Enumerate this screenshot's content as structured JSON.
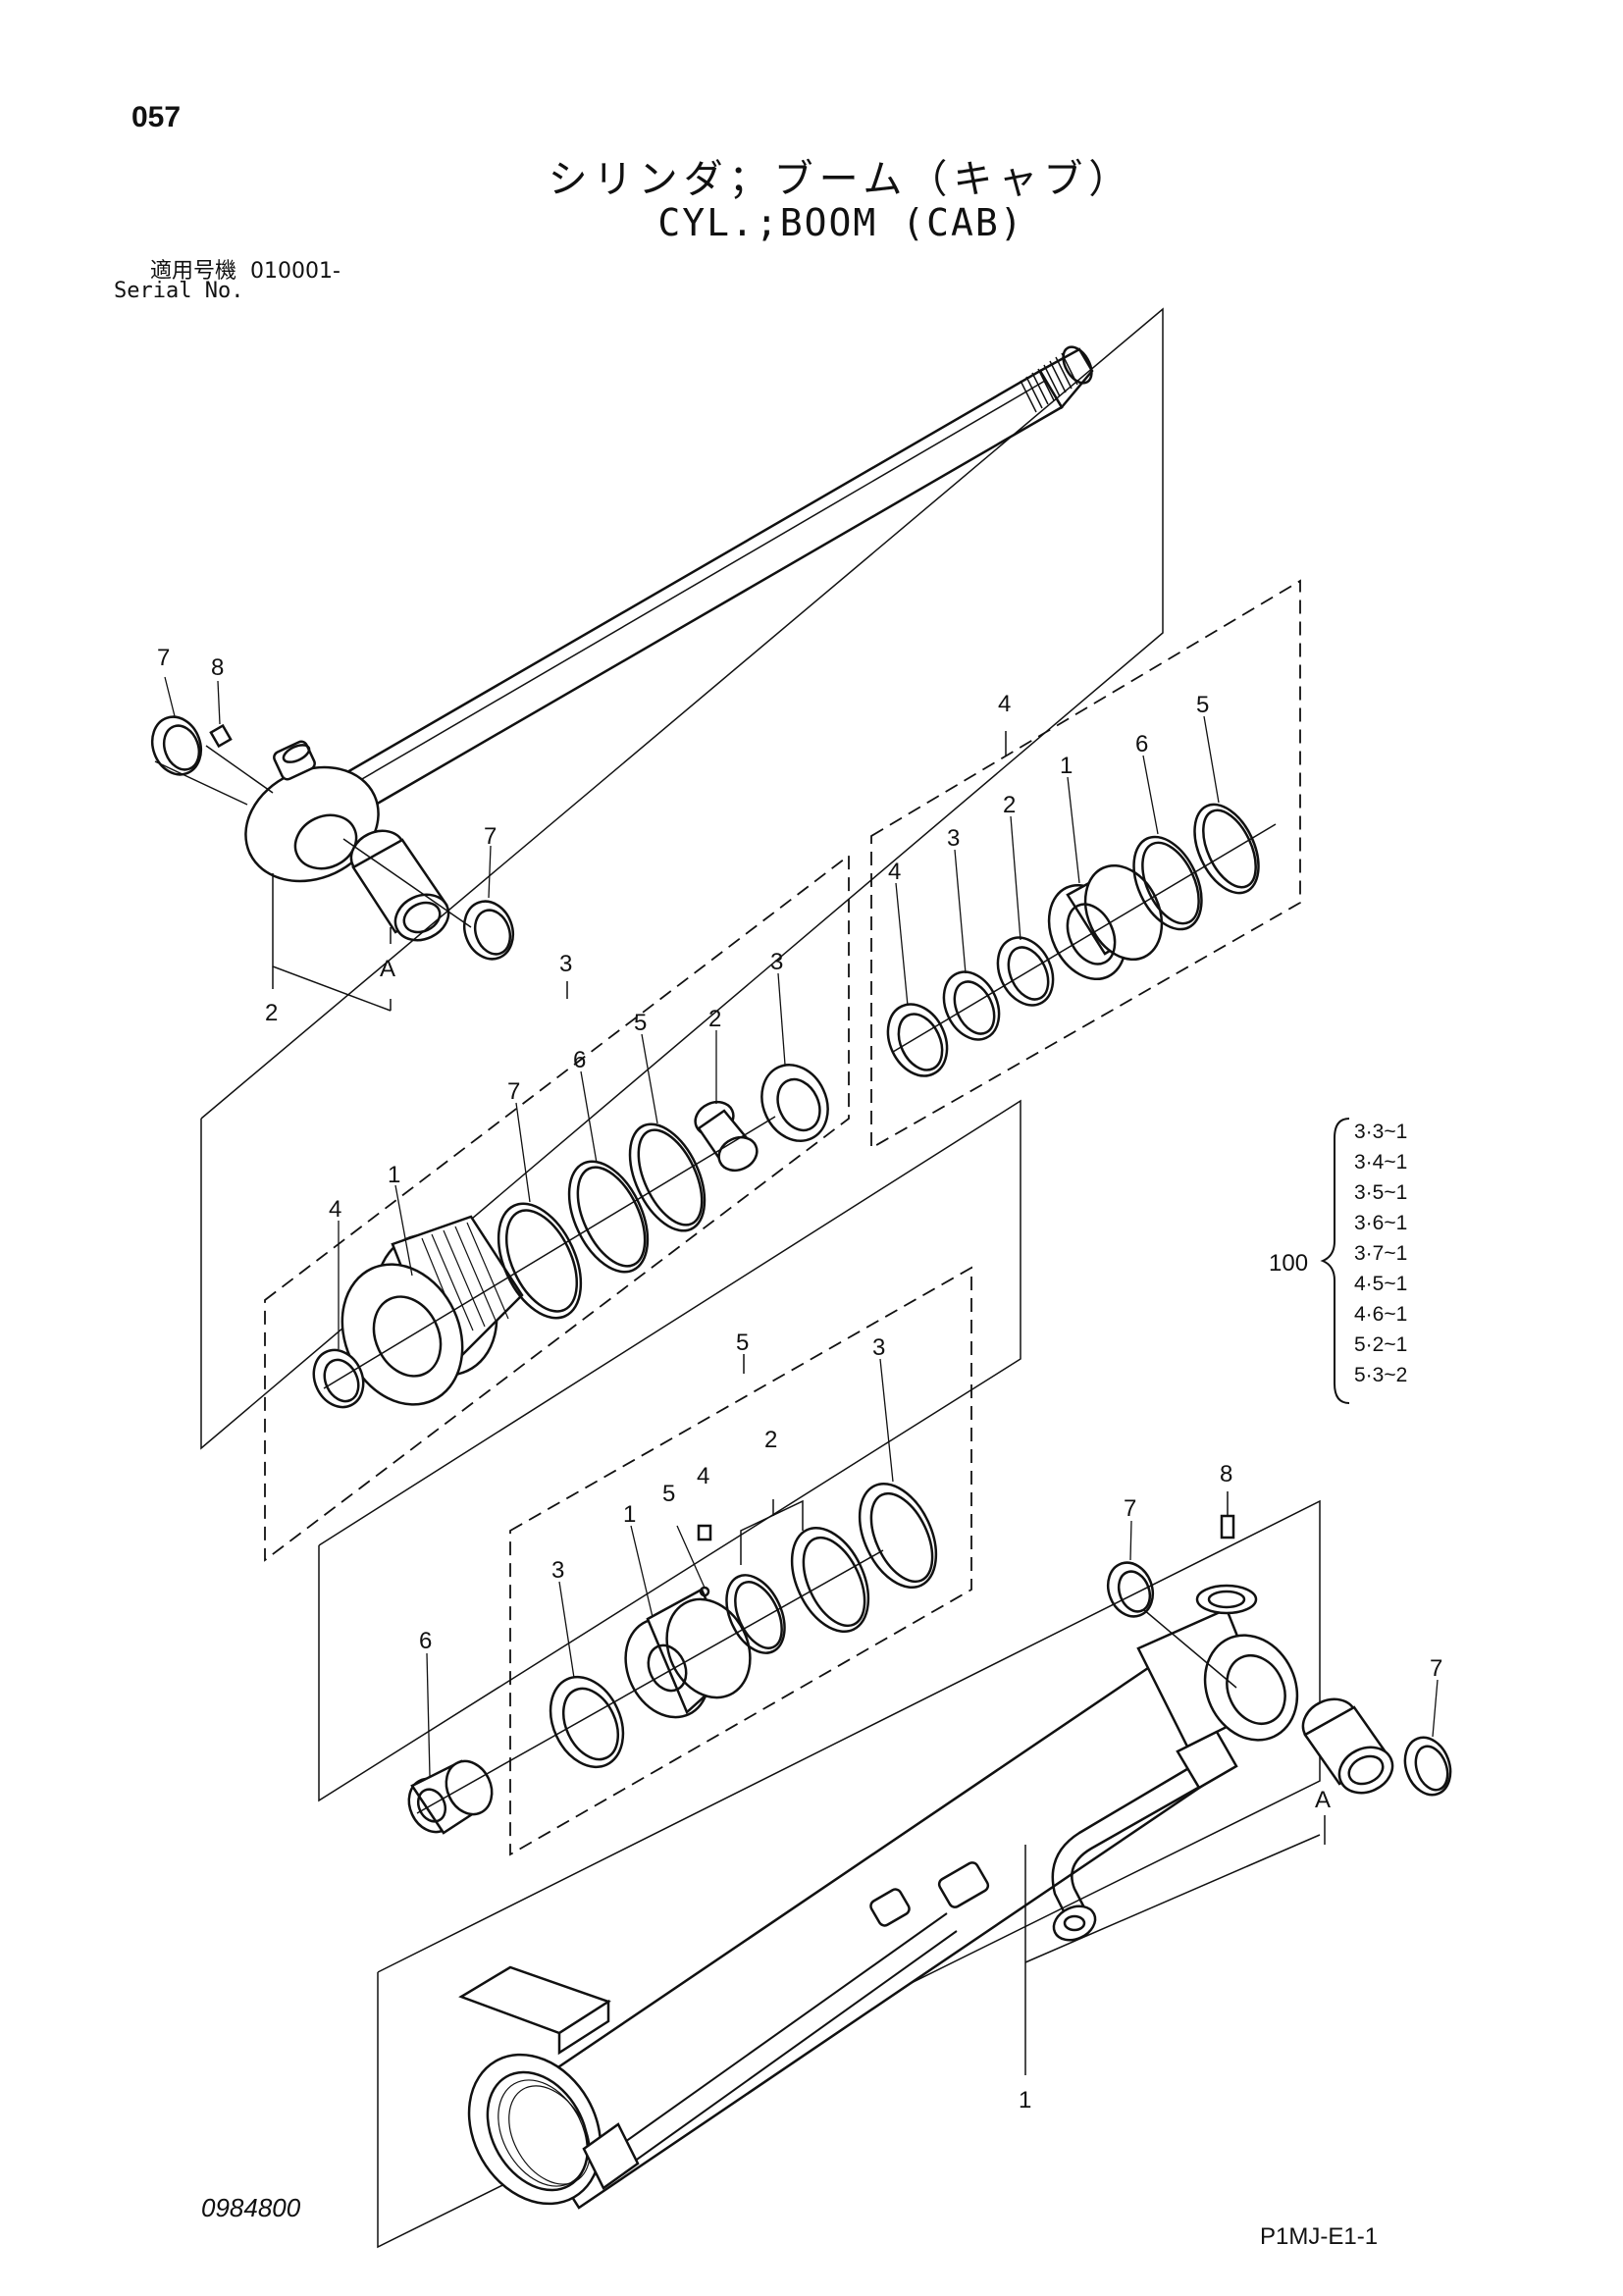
{
  "header": {
    "page_number": "057",
    "title_jp": "シリンダ；ブーム（キャブ）",
    "title_en": "CYL.;BOOM (CAB)",
    "serial_label_jp": "適用号機",
    "serial_value": "010001-",
    "serial_label_en": "Serial No."
  },
  "footer": {
    "drawing_number": "0984800",
    "page_code": "P1MJ-E1-1"
  },
  "kit": {
    "number": "100",
    "items": [
      "3·3~1",
      "3·4~1",
      "3·5~1",
      "3·6~1",
      "3·7~1",
      "4·5~1",
      "4·6~1",
      "5·2~1",
      "5·3~2"
    ]
  },
  "callouts": {
    "rod_ring_left": "7",
    "rod_grease_fitting": "8",
    "rod_eye_bushing_ring": "7",
    "rod_bushing_ref": "A",
    "rod_assembly": "2",
    "head_group": "3",
    "head_seal_4": "4",
    "head_body": "1",
    "head_ring_7": "7",
    "head_ring_6": "6",
    "head_ring_5": "5",
    "head_bushing_2": "2",
    "head_seal_3": "3",
    "seal_kit_group": "4",
    "sk_seal_4": "4",
    "sk_seal_3": "3",
    "sk_seal_2": "2",
    "sk_body_1": "1",
    "sk_ring_6": "6",
    "sk_ring_5": "5",
    "piston_group": "5",
    "piston_ring_3a": "3",
    "piston_body": "1",
    "piston_pin_5": "5",
    "piston_screw_4": "4",
    "piston_rings_2": "2",
    "piston_ring_3b": "3",
    "piston_nut_6": "6",
    "tube_ring_7a": "7",
    "tube_grease_8": "8",
    "tube_ring_7b": "7",
    "tube_bushing_ref": "A",
    "tube_assembly": "1"
  }
}
